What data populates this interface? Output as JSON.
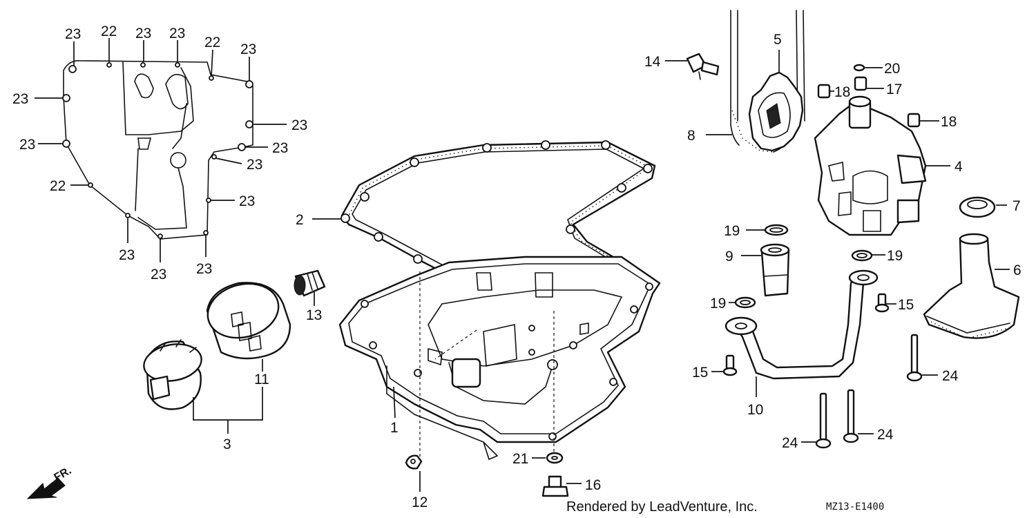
{
  "callouts": {
    "c1": "1",
    "c2": "2",
    "c3": "3",
    "c4": "4",
    "c5": "5",
    "c6": "6",
    "c7": "7",
    "c8": "8",
    "c9": "9",
    "c10": "10",
    "c11": "11",
    "c12": "12",
    "c13": "13",
    "c14": "14",
    "c15": "15",
    "c16": "16",
    "c17": "17",
    "c18": "18",
    "c19": "19",
    "c20": "20",
    "c21": "21",
    "c22": "22",
    "c23": "23",
    "c24": "24"
  },
  "footer": {
    "credit": "Rendered by LeadVenture, Inc.",
    "code": "MZ13-E1400"
  },
  "direction": {
    "label": "FR."
  }
}
